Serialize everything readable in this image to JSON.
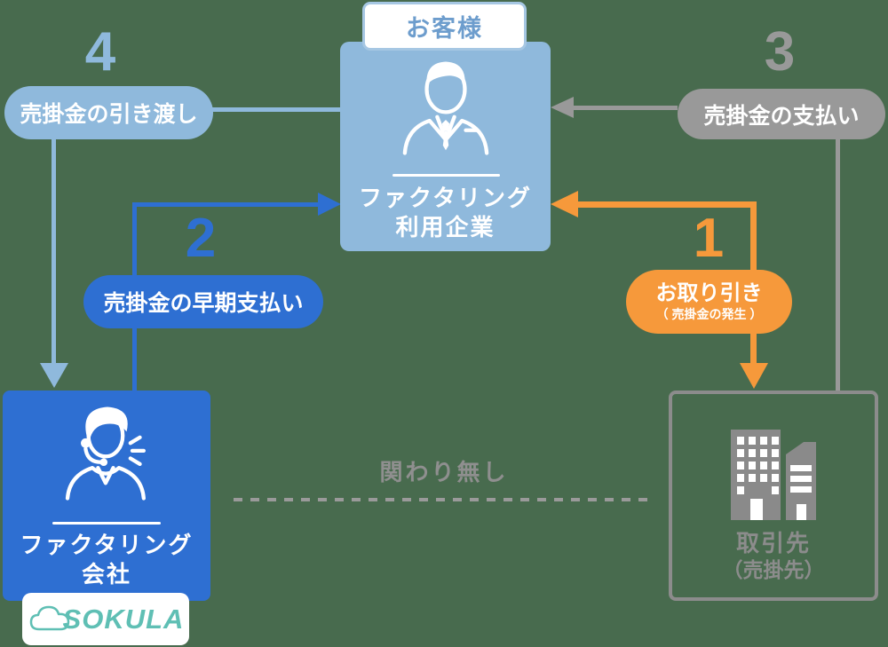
{
  "page": {
    "background_color": "#486B4E"
  },
  "palette": {
    "light_blue": "#8FB9DC",
    "blue": "#2E6FD2",
    "gray": "#999999",
    "orange": "#F6993B",
    "teal_logo": "#5FBFB4",
    "label_text_blue": "#6D9DCD",
    "partner_gray": "#8C8C8C"
  },
  "customer": {
    "tag": "お客様",
    "name_line1": "ファクタリング",
    "name_line2": "利用企業"
  },
  "factoring_company": {
    "name_line1": "ファクタリング",
    "name_line2": "会社",
    "logo_text": "SOKULA"
  },
  "partner": {
    "name_line1": "取引先",
    "name_line2": "（売掛先）"
  },
  "relation_note": {
    "label": "関わり無し"
  },
  "steps": [
    {
      "number": "1",
      "label_line1": "お取り引き",
      "label_line2": "（ 売掛金の発生 ）",
      "color": "#F6993B"
    },
    {
      "number": "2",
      "label": "売掛金の早期支払い",
      "color": "#2E6FD2"
    },
    {
      "number": "3",
      "label": "売掛金の支払い",
      "color": "#999999"
    },
    {
      "number": "4",
      "label": "売掛金の引き渡し",
      "color": "#8FB9DC"
    }
  ]
}
